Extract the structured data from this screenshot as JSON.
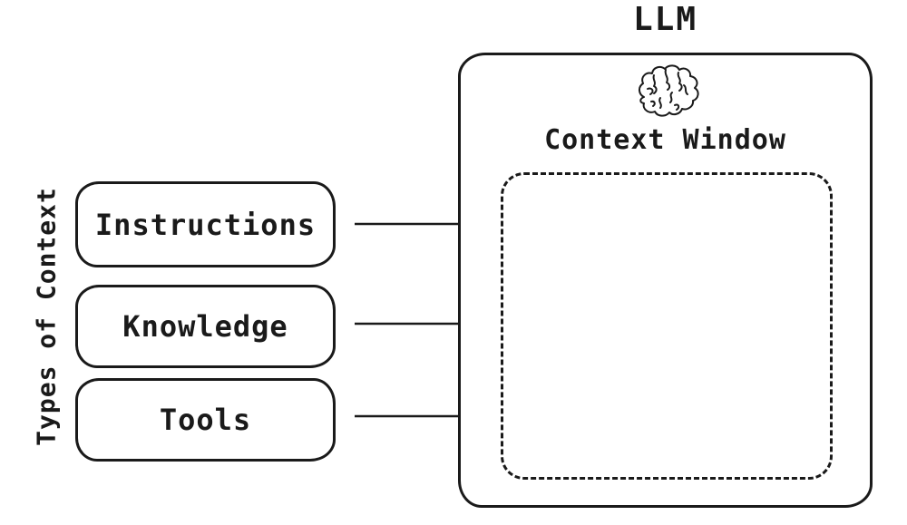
{
  "diagram": {
    "side_label": "Types of Context",
    "types": [
      {
        "label": "Instructions"
      },
      {
        "label": "Knowledge"
      },
      {
        "label": "Tools"
      }
    ],
    "llm": {
      "title": "LLM",
      "context_window_label": "Context Window"
    },
    "icons": {
      "brain": "brain-icon"
    },
    "colors": {
      "ink": "#1a1a1a",
      "background": "#ffffff"
    }
  }
}
